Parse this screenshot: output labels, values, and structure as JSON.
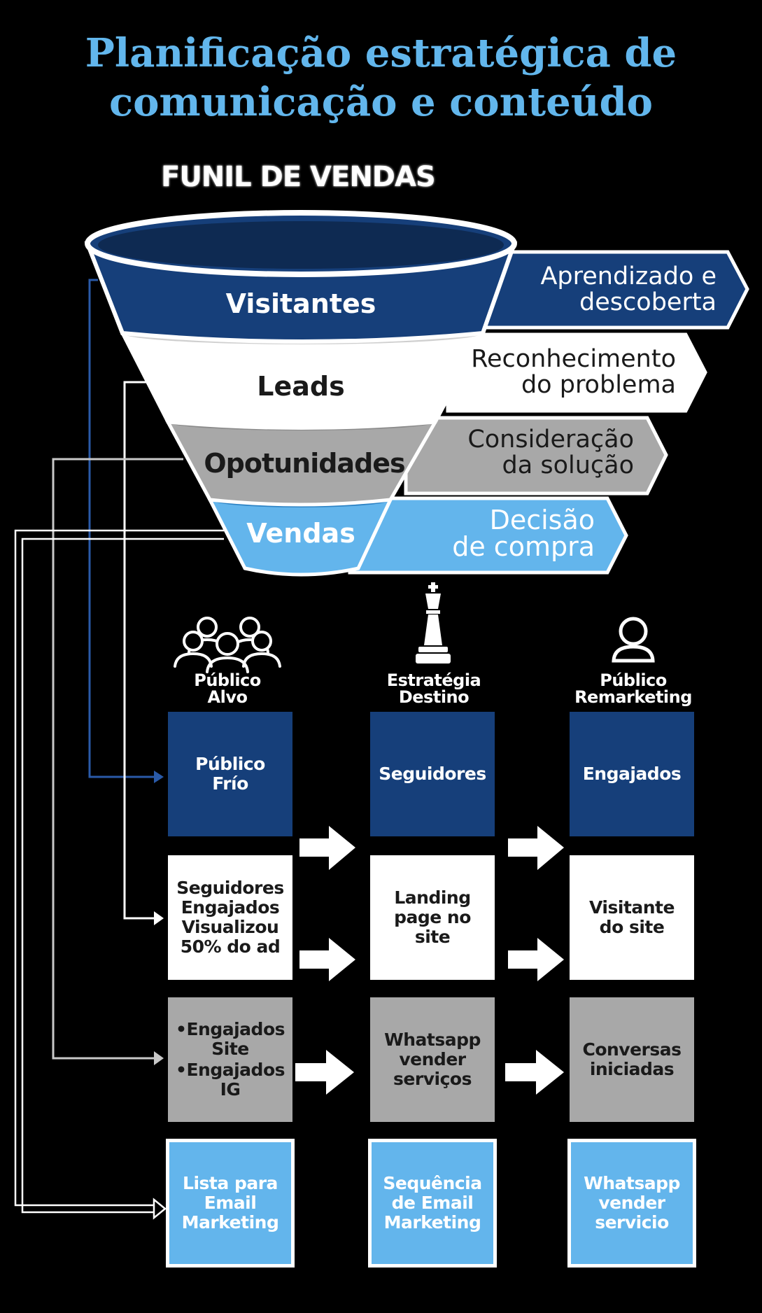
{
  "title_line1": "Planificação estratégica de",
  "title_line2": "comunicação e conteúdo",
  "subtitle": "FUNIL DE VENDAS",
  "colors": {
    "dark_blue": "#163f7a",
    "white": "#ffffff",
    "grey": "#a8a8a8",
    "light_blue": "#63b5ec",
    "title_blue": "#62b6ec"
  },
  "funnel": {
    "visitantes": "Visitantes",
    "leads": "Leads",
    "oportunidades": "Opotunidades",
    "vendas": "Vendas"
  },
  "stages": {
    "s1_line1": "Aprendizado e",
    "s1_line2": "descoberta",
    "s2_line1": "Reconhecimento",
    "s2_line2": "do problema",
    "s3_line1": "Consideração",
    "s3_line2": "da solução",
    "s4_line1": "Decisão",
    "s4_line2": "de compra"
  },
  "icons": {
    "publico_alvo": "group-icon",
    "estrategia": "chess-king-icon",
    "remarketing": "person-icon",
    "connector": "right-arrow-icon"
  },
  "columns": {
    "col1_line1": "Público",
    "col1_line2": "Alvo",
    "col2_line1": "Estratégia",
    "col2_line2": "Destino",
    "col3_line1": "Público",
    "col3_line2": "Remarketing"
  },
  "grid": {
    "r1c1": "Público\nFrío",
    "r1c2": "Seguidores",
    "r1c3": "Engajados",
    "r2c1": "Seguidores\nEngajados\nVisualizou\n50% do ad",
    "r2c2": "Landing\npage no\nsite",
    "r2c3": "Visitante\ndo site",
    "r3c1_b1": "•Engajados\n   Site",
    "r3c1_b2": "•Engajados\n   IG",
    "r3c2": "Whatsapp\nvender\nserviços",
    "r3c3": "Conversas\niniciadas",
    "r4c1": "Lista para\nEmail\nMarketing",
    "r4c2": "Sequência\nde Email\nMarketing",
    "r4c3": "Whatsapp\nvender\nservicio"
  }
}
